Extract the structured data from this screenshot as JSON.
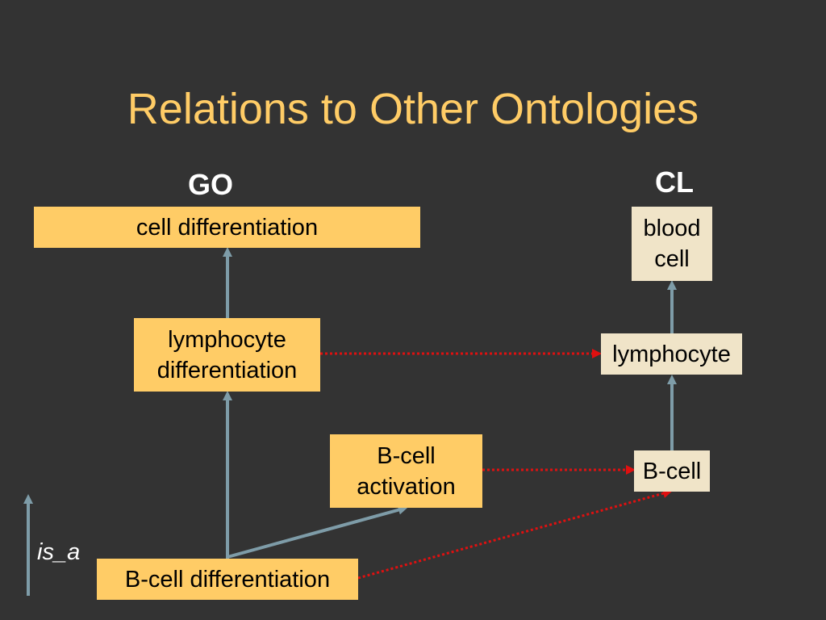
{
  "title": "Relations to Other Ontologies",
  "columns": {
    "left": "GO",
    "right": "CL"
  },
  "go_terms": {
    "cell_differentiation": "cell differentiation",
    "lymphocyte_differentiation": "lymphocyte\ndifferentiation",
    "bcell_activation": "B-cell\nactivation",
    "bcell_differentiation": "B-cell differentiation"
  },
  "cl_terms": {
    "blood_cell": "blood\ncell",
    "lymphocyte": "lymphocyte",
    "bcell": "B-cell"
  },
  "legend": {
    "is_a": "is_a"
  },
  "colors": {
    "background": "#333333",
    "title": "#FFCC66",
    "go_box": "#FFCC66",
    "cl_box": "#F0E4C8",
    "is_a_arrow": "#7E9CA8",
    "cross_relation": "#E01010"
  }
}
